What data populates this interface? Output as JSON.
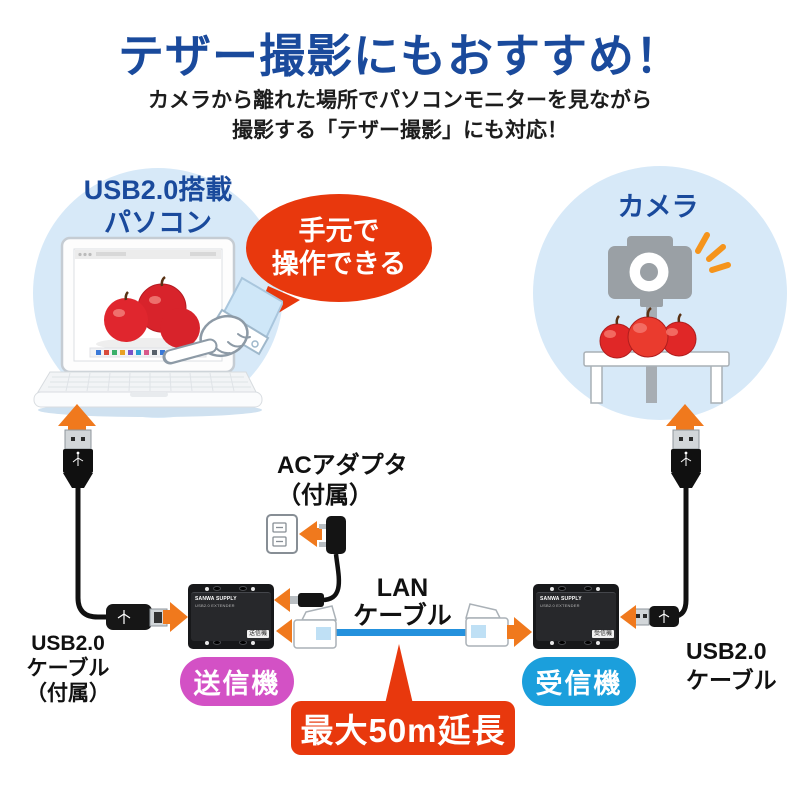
{
  "header": {
    "title": "テザー撮影にもおすすめ！",
    "subtitle_line1": "カメラから離れた場所でパソコンモニターを見ながら",
    "subtitle_line2": "撮影する「テザー撮影」にも対応！"
  },
  "pc_scene": {
    "label_line1": "USB2.0搭載",
    "label_line2": "パソコン",
    "bubble_line1": "手元で",
    "bubble_line2": "操作できる"
  },
  "camera_scene": {
    "label": "カメラ"
  },
  "diagram": {
    "left_cable_line1": "USB2.0",
    "left_cable_line2": "ケーブル",
    "left_cable_line3": "（付属）",
    "ac_adapter_line1": "ACアダプタ",
    "ac_adapter_line2": "（付属）",
    "lan_line1": "LAN",
    "lan_line2": "ケーブル",
    "transmitter_badge": "送信機",
    "receiver_badge": "受信機",
    "extension_badge": "最大50m延長",
    "right_cable_line1": "USB2.0",
    "right_cable_line2": "ケーブル",
    "device_logo": "SANWA SUPPLY",
    "device_model": "USB2.0 EXTENDER",
    "tx_device_label": "送信機",
    "rx_device_label": "受信機"
  },
  "colors": {
    "title_blue": "#1a4a9c",
    "circle_bg": "#d7e9f8",
    "bubble_red": "#e8380d",
    "transmitter_pink": "#d351c5",
    "receiver_blue": "#1b9fdc",
    "arrow_orange": "#f0791d",
    "lan_cable_blue": "#2491dd",
    "camera_gray": "#9aa0a5"
  }
}
